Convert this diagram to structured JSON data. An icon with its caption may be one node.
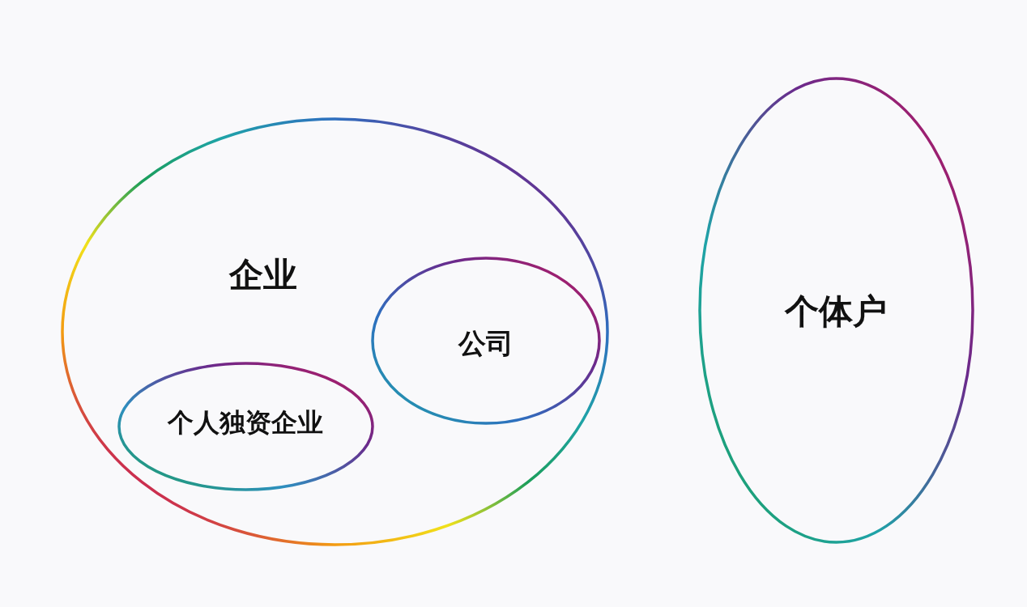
{
  "diagram": {
    "nodes": [
      {
        "text": [
          "企业"
        ]
      },
      {
        "text": [
          "公司"
        ],
        "in": 0
      },
      {
        "text": [
          "个人独资企业"
        ],
        "in": 0
      },
      {
        "text": [
          "个体户"
        ]
      }
    ]
  }
}
